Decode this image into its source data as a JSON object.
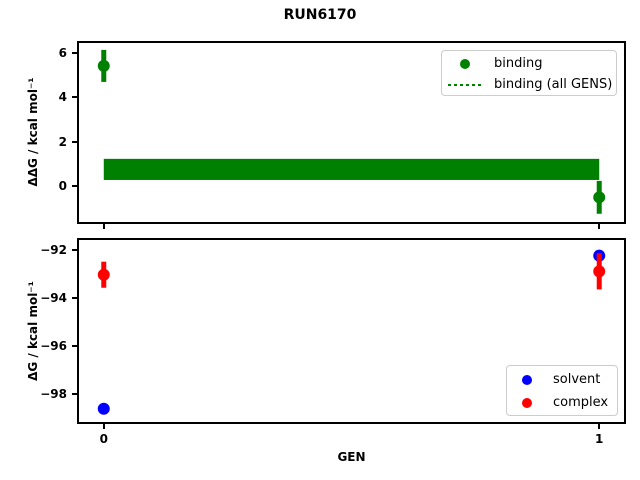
{
  "title": "RUN6170",
  "xlabel": "GEN",
  "colors": {
    "binding": "#008000",
    "solvent": "#0000ff",
    "complex": "#ff0000",
    "axes": "#000000",
    "legend_border": "#cccccc"
  },
  "chart_data": [
    {
      "type": "scatter",
      "name": "ddg-binding-plot",
      "ylabel": "ΔΔG / kcal mol⁻¹",
      "xlim": [
        -0.05,
        1.05
      ],
      "ylim": [
        -1.6,
        6.45
      ],
      "yticks": [
        6,
        4,
        2,
        0
      ],
      "xticks": [
        0,
        1
      ],
      "show_xticklabels": false,
      "grid": false,
      "band": {
        "label": "binding (all GENS)",
        "color": "#008000",
        "x_range": [
          0,
          1
        ],
        "y_low": 0.29,
        "y_high": 1.24
      },
      "series": [
        {
          "name": "binding",
          "color": "#008000",
          "marker": "circle",
          "x": [
            0,
            1
          ],
          "y": [
            5.42,
            -0.49
          ],
          "yerr": [
            0.72,
            0.74
          ]
        }
      ],
      "legend": {
        "position": "upper right",
        "items": [
          {
            "label": "binding",
            "marker": "dot",
            "color": "#008000"
          },
          {
            "label": "binding (all GENS)",
            "marker": "dotted-line",
            "color": "#008000"
          }
        ]
      }
    },
    {
      "type": "scatter",
      "name": "dg-plot",
      "ylabel": "ΔG / kcal mol⁻¹",
      "xlim": [
        -0.05,
        1.05
      ],
      "ylim": [
        -99.15,
        -91.6
      ],
      "yticks": [
        -92,
        -94,
        -96,
        -98
      ],
      "xticks": [
        0,
        1
      ],
      "xticklabels": [
        "0",
        "1"
      ],
      "show_xticklabels": true,
      "grid": false,
      "series": [
        {
          "name": "solvent",
          "color": "#0000ff",
          "marker": "circle",
          "x": [
            0,
            1
          ],
          "y": [
            -98.6,
            -92.25
          ],
          "yerr": [
            0.08,
            0.2
          ]
        },
        {
          "name": "complex",
          "color": "#ff0000",
          "marker": "circle",
          "x": [
            0,
            1
          ],
          "y": [
            -93.04,
            -92.9
          ],
          "yerr": [
            0.54,
            0.75
          ]
        }
      ],
      "legend": {
        "position": "lower right",
        "items": [
          {
            "label": "solvent",
            "marker": "dot",
            "color": "#0000ff"
          },
          {
            "label": "complex",
            "marker": "dot",
            "color": "#ff0000"
          }
        ]
      }
    }
  ]
}
